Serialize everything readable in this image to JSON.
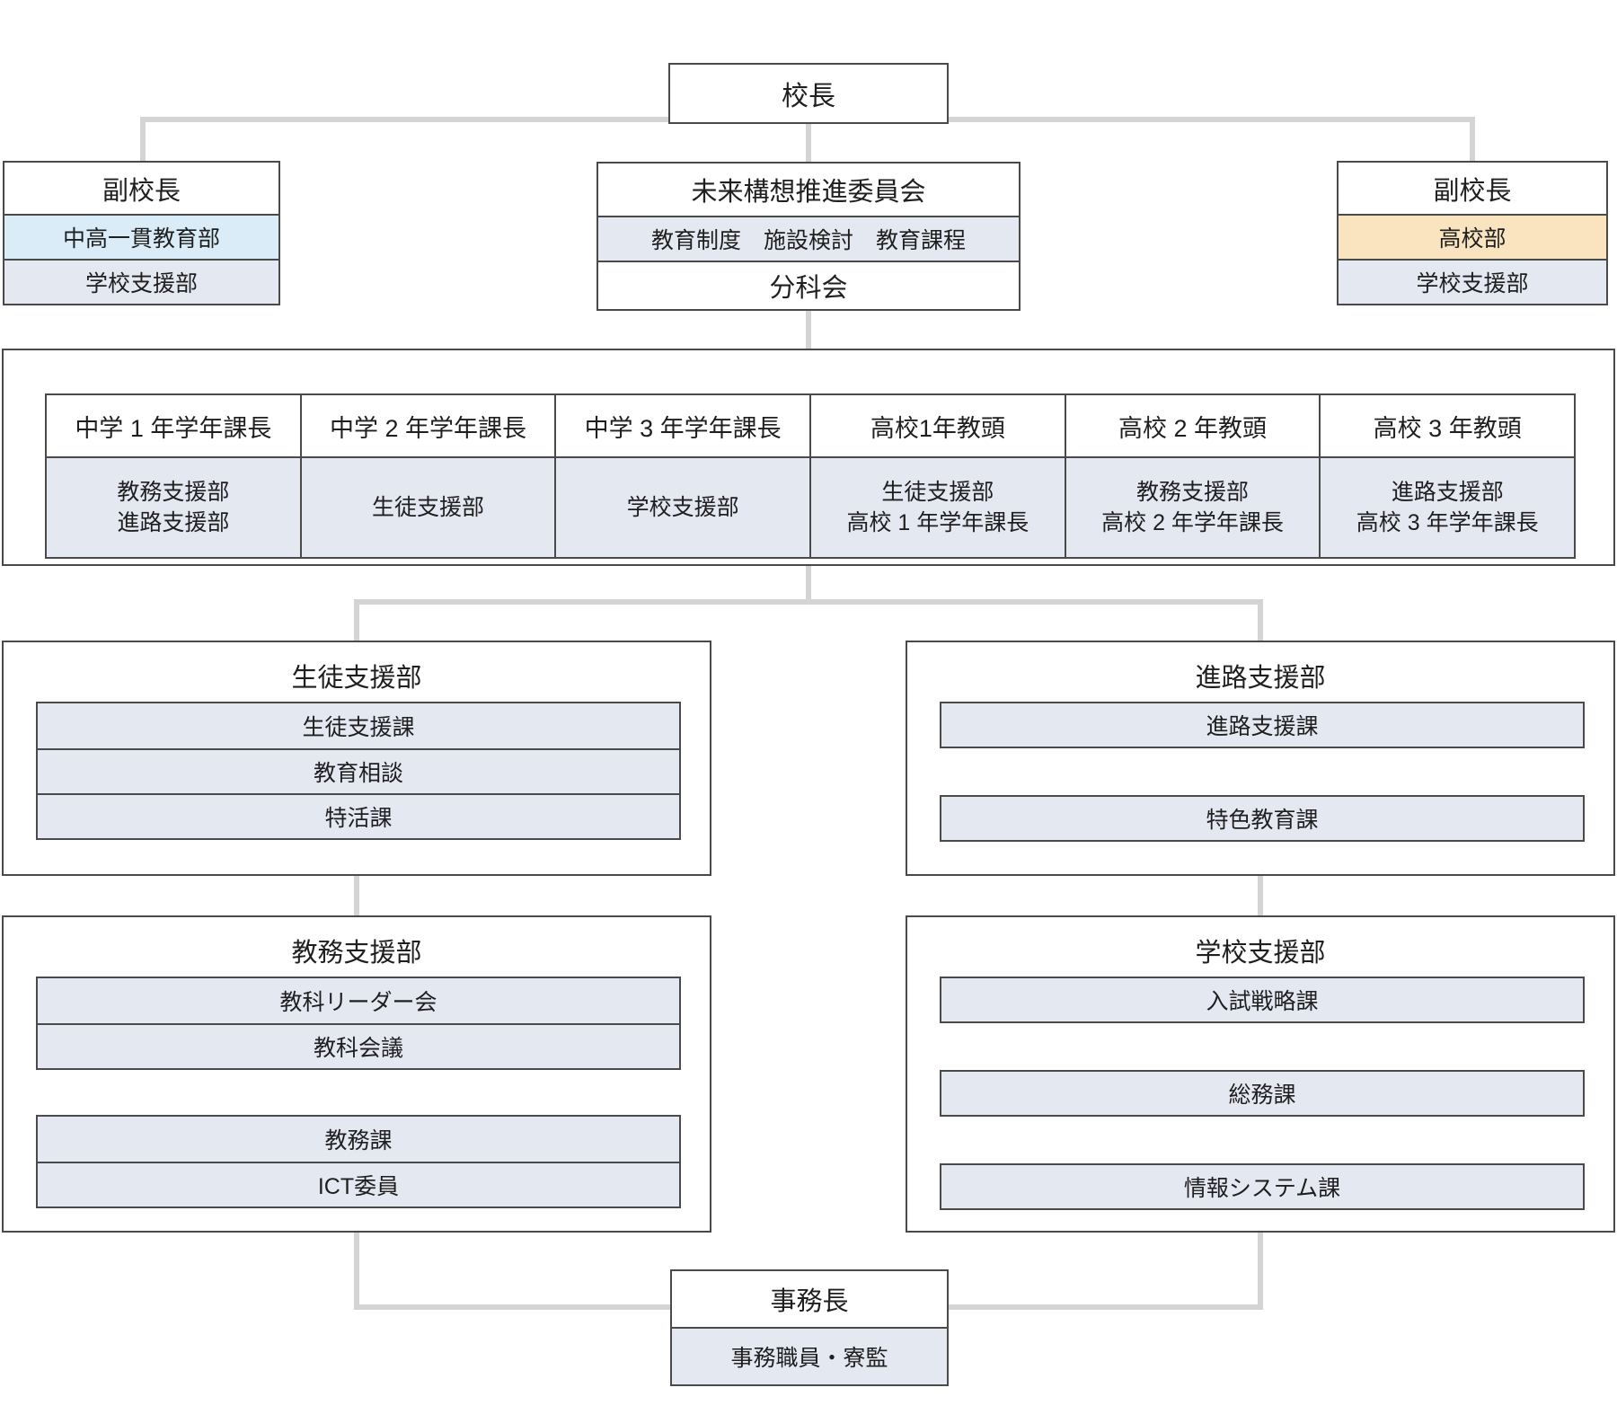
{
  "colors": {
    "row_fill": "#e4e8f1",
    "highlight_blue": "#d9ecf8",
    "highlight_orange": "#f9e4bf",
    "box_border": "#4a4a4a",
    "connector_gray": "#d4d4d4"
  },
  "principal": {
    "label": "校長"
  },
  "vice_principal_left": {
    "title": "副校長",
    "dept_blue": "中高一貫教育部",
    "dept_gray": "学校支援部"
  },
  "future_committee": {
    "title": "未来構想推進委員会",
    "subcommittees": "教育制度　施設検討　教育課程",
    "branch": "分科会"
  },
  "vice_principal_right": {
    "title": "副校長",
    "dept_orange": "高校部",
    "dept_gray": "学校支援部"
  },
  "grade_table": {
    "columns": [
      {
        "head": "中学 1 年学年課長",
        "sub": [
          "教務支援部",
          "進路支援部"
        ]
      },
      {
        "head": "中学 2 年学年課長",
        "sub": [
          "生徒支援部"
        ]
      },
      {
        "head": "中学 3 年学年課長",
        "sub": [
          "学校支援部"
        ]
      },
      {
        "head": "高校1年教頭",
        "sub": [
          "生徒支援部",
          "高校 1 年学年課長"
        ]
      },
      {
        "head": "高校 2 年教頭",
        "sub": [
          "教務支援部",
          "高校 2 年学年課長"
        ]
      },
      {
        "head": "高校 3 年教頭",
        "sub": [
          "進路支援部",
          "高校 3 年学年課長"
        ]
      }
    ]
  },
  "student_support": {
    "title": "生徒支援部",
    "items": [
      "生徒支援課",
      "教育相談",
      "特活課"
    ]
  },
  "career_support": {
    "title": "進路支援部",
    "items": [
      "進路支援課",
      "特色教育課"
    ]
  },
  "academic_support": {
    "title": "教務支援部",
    "group1": [
      "教科リーダー会",
      "教科会議"
    ],
    "group2": [
      "教務課",
      "ICT委員"
    ]
  },
  "school_support": {
    "title": "学校支援部",
    "items": [
      "入試戦略課",
      "総務課",
      "情報システム課"
    ]
  },
  "office": {
    "title": "事務長",
    "staff": "事務職員・寮監"
  }
}
